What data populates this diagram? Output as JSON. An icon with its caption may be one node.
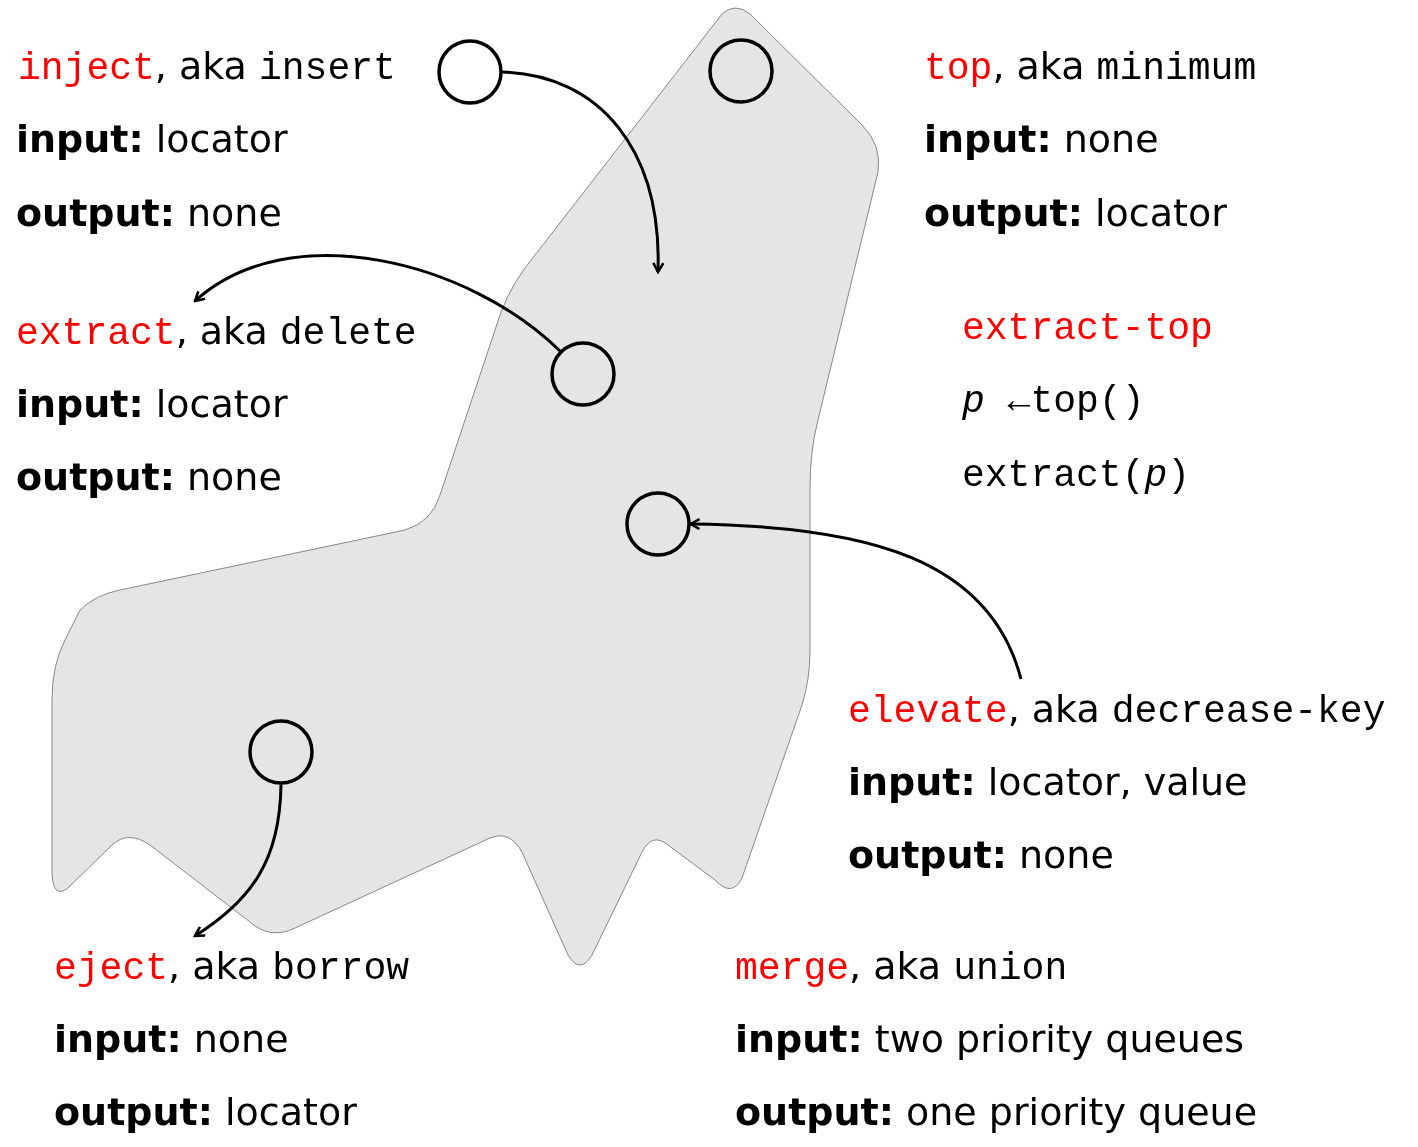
{
  "diagram": {
    "nodes": [
      {
        "text": [],
        "shape": "circle"
      },
      {
        "text": [],
        "shape": "blob"
      },
      {
        "text": [],
        "shape": "circle",
        "in": 1
      },
      {
        "text": [
          "extract, aka delete",
          "**input:** locator",
          "**output:** none"
        ]
      },
      {
        "text": [],
        "shape": "circle",
        "in": 1
      },
      {
        "text": [],
        "shape": "circle",
        "in": 1
      },
      {
        "text": [],
        "shape": "circle",
        "in": 1
      },
      {
        "text": [
          "elevate, aka decrease-key",
          "**input:** locator, value",
          "**output:** none"
        ]
      },
      {
        "text": [
          "eject, aka borrow",
          "**input:** none",
          "**output:** locator"
        ]
      }
    ],
    "edges": [
      {
        "from": 0,
        "to": null,
        "arrow": "to"
      },
      {
        "from": 4,
        "to": 3,
        "arrow": "to"
      },
      {
        "from": 7,
        "to": 5,
        "arrow": "to"
      },
      {
        "from": 6,
        "to": 8,
        "arrow": "to"
      }
    ],
    "labels": [
      "inject, aka insert",
      "**input:** locator",
      "**output:** none",
      "top, aka minimum",
      "**input:** none",
      "**output:** locator",
      "extract-top",
      "*p* ←top()",
      "extract(*p*)",
      "merge, aka union",
      "**input:** two priority queues",
      "**output:** one priority queue"
    ]
  }
}
